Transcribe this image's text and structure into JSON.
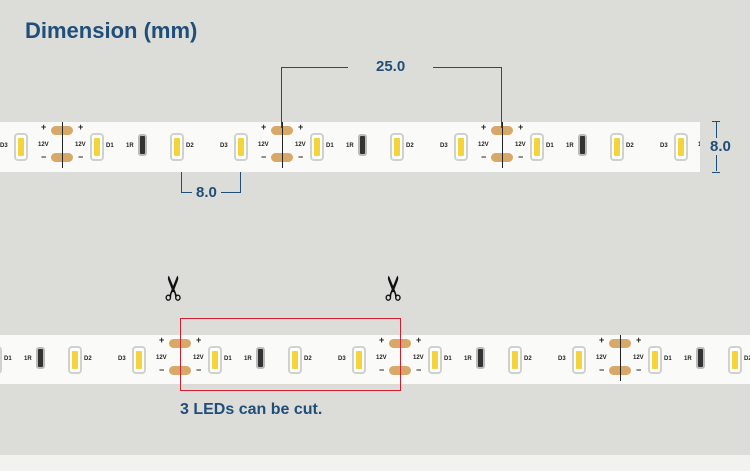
{
  "title": "Dimension (mm)",
  "dimensions": {
    "segment_length": "25.0",
    "led_pitch": "8.0",
    "strip_width": "8.0"
  },
  "note": "3 LEDs can be cut.",
  "component_labels": {
    "d1": "D1",
    "d2": "D2",
    "d3": "D3",
    "resistor": "1R",
    "voltage": "12V",
    "plus": "+",
    "minus": "−"
  },
  "icons": {
    "cut": "scissors-icon"
  },
  "colors": {
    "title": "#1f4e79",
    "cut_box": "#d02030",
    "led": "#f5d33a",
    "pad": "#d8a868"
  }
}
